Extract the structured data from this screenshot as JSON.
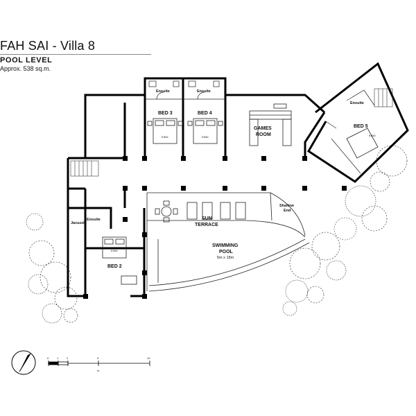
{
  "header": {
    "title": "FAH SAI - Villa 8",
    "subtitle": "POOL  LEVEL",
    "area": "Approx. 538 sq.m."
  },
  "rooms": {
    "bed3": "BED 3",
    "bed4": "BED 4",
    "bed5": "BED 5",
    "bed2": "BED 2",
    "games_line1": "GAMES",
    "games_line2": "ROOM",
    "sun_line1": "SUN",
    "sun_line2": "TERRACE",
    "pool_line1": "SWIMMING",
    "pool_line2": "POOL",
    "pool_size": "5m x 18m",
    "shallow_line1": "Shallow",
    "shallow_line2": "End",
    "ensuite_bed3": "Ensuite",
    "ensuite_bed4": "Ensuite",
    "ensuite_bed5": "Ensuite",
    "ensuite_bed2": "Ensuite",
    "jacuzzi": "Jacuzzi",
    "king_bed3": "KING",
    "king_bed4": "KING",
    "king_bed5": "KING",
    "king_bed2": "KING"
  },
  "scale": {
    "ticks": [
      "0",
      "1",
      "2",
      "5",
      "10"
    ],
    "unit": "m"
  },
  "north_icon": "north-arrow-icon"
}
